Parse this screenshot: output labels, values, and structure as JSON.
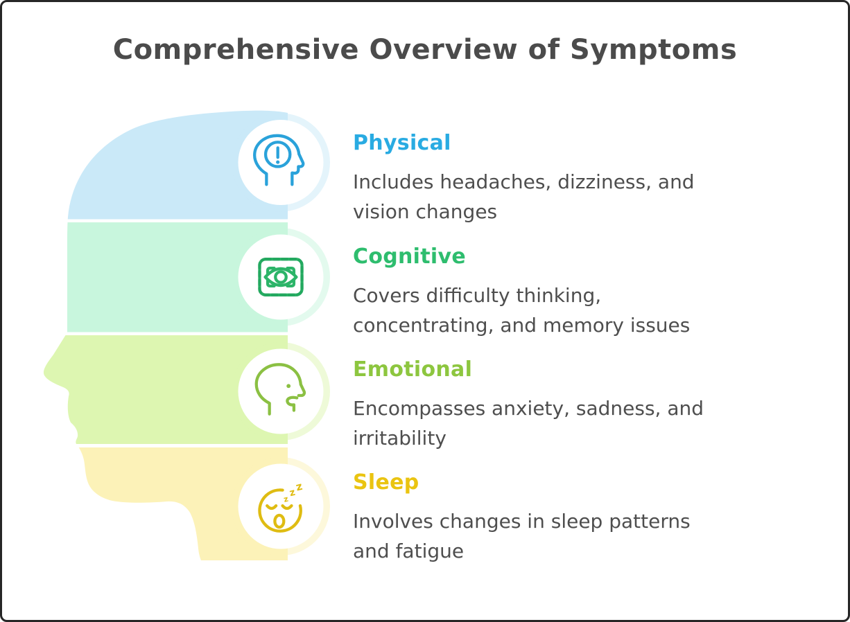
{
  "canvas": {
    "background": "#ffffff",
    "border_color": "#262626"
  },
  "title": {
    "text": "Comprehensive Overview of Symptoms",
    "color": "#4b4b4b"
  },
  "body_text_color": "#4e4e4e",
  "head_graphic": "head-profile-silhouette",
  "sections": [
    {
      "heading": "Physical",
      "heading_color": "#29abe2",
      "band_color": "#cae9f8",
      "icon": "head-alert-icon",
      "icon_color": "#2aa2da",
      "lines": [
        "Includes headaches, dizziness, and",
        "vision changes"
      ]
    },
    {
      "heading": "Cognitive",
      "heading_color": "#2ebd6e",
      "band_color": "#c8f6dd",
      "icon": "eye-scan-icon",
      "icon_color": "#2cb468",
      "lines": [
        "Covers difficulty thinking,",
        "concentrating, and memory issues"
      ]
    },
    {
      "heading": "Emotional",
      "heading_color": "#8dc63f",
      "band_color": "#ddf6b1",
      "icon": "sad-head-profile-icon",
      "icon_color": "#8bc043",
      "lines": [
        "Encompasses anxiety, sadness, and",
        "irritability"
      ]
    },
    {
      "heading": "Sleep",
      "heading_color": "#eac411",
      "band_color": "#fcf2b8",
      "icon": "sleeping-face-icon",
      "icon_color": "#dfbc12",
      "lines": [
        "Involves changes in sleep patterns",
        "and fatigue"
      ]
    }
  ],
  "sleep_zzz": [
    "z",
    "z",
    "z"
  ]
}
